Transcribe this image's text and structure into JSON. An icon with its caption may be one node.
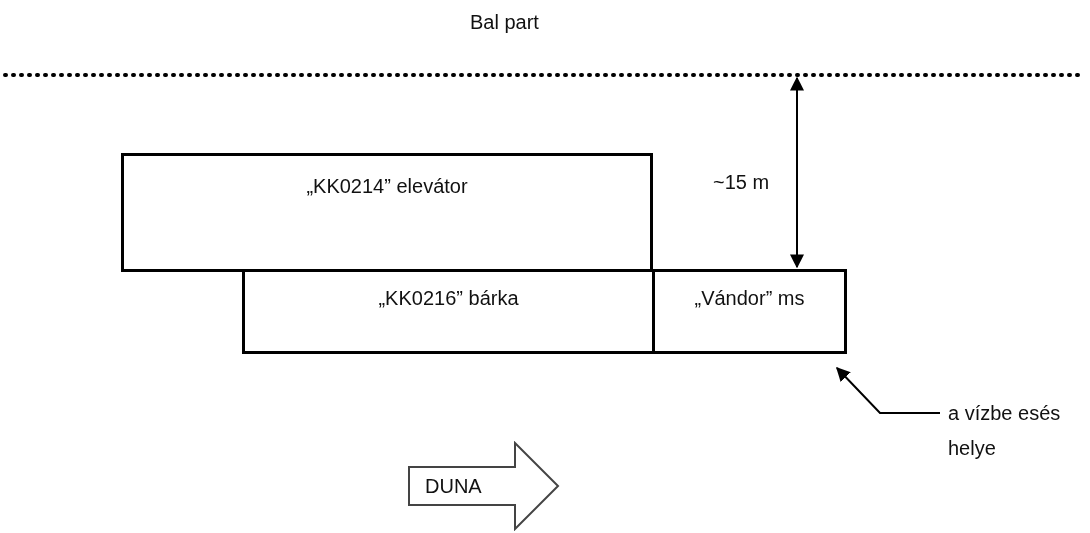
{
  "diagram": {
    "nodes": [
      {
        "text": [
          "„KK0214” elevátor"
        ]
      },
      {
        "text": [
          "„KK0216” bárka"
        ]
      },
      {
        "text": [
          "„Vándor” ms"
        ]
      },
      {
        "text": [
          "a vízbe esés helye"
        ]
      },
      {
        "text": [
          "DUNA"
        ]
      }
    ],
    "edges": [
      {
        "from": 3,
        "to": 2,
        "arrow": "to"
      }
    ],
    "labels": [
      "Bal part",
      "~15 m"
    ]
  }
}
